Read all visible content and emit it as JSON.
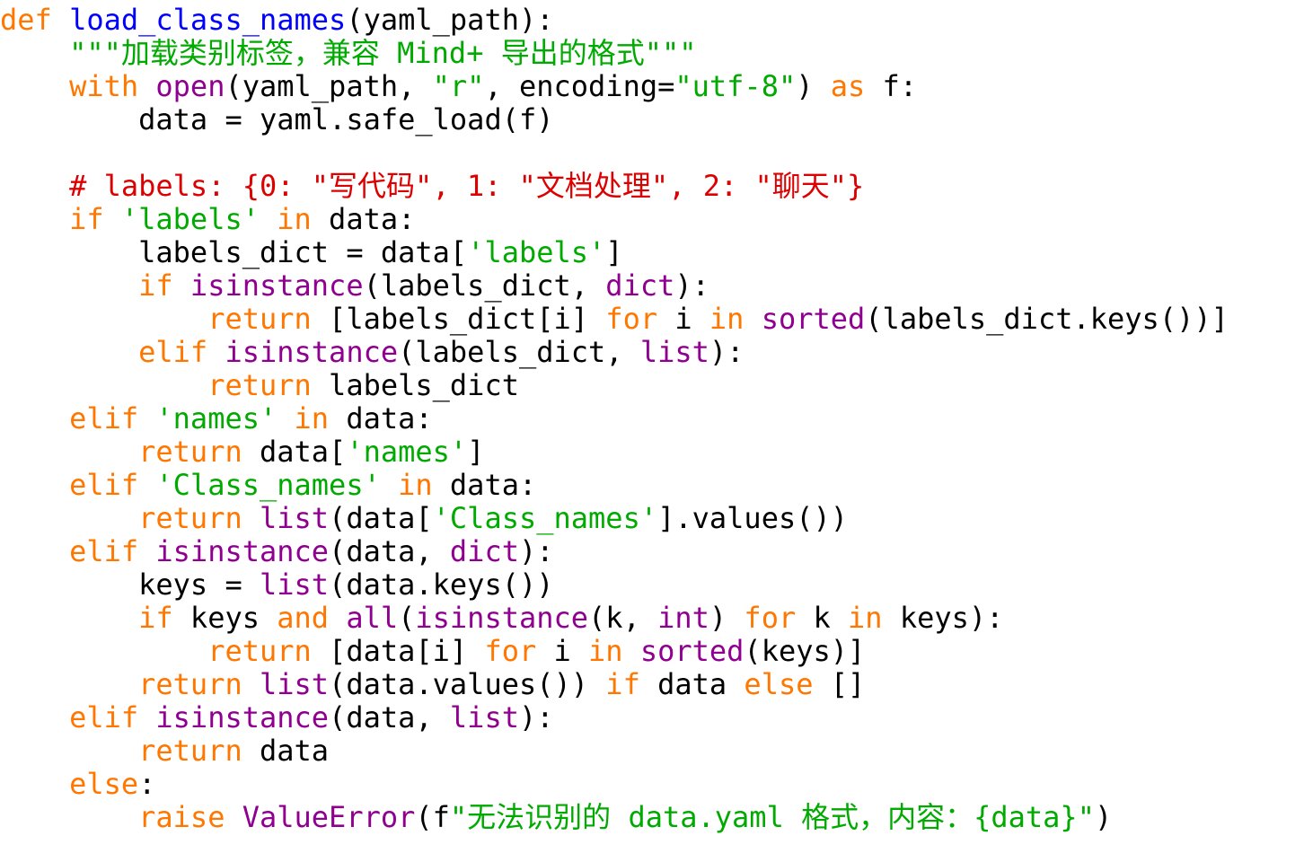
{
  "editor": {
    "colors": {
      "k": "#ff7700",
      "b": "#900090",
      "s": "#00aa00",
      "c": "#dd0000",
      "d": "#0000ff",
      "t": "#000000"
    },
    "lines": [
      [
        [
          "k",
          "def"
        ],
        [
          "t",
          " "
        ],
        [
          "d",
          "load_class_names"
        ],
        [
          "t",
          "(yaml_path):"
        ]
      ],
      [
        [
          "t",
          "    "
        ],
        [
          "s",
          "\"\"\"加载类别标签，兼容 Mind+ 导出的格式\"\"\""
        ]
      ],
      [
        [
          "t",
          "    "
        ],
        [
          "k",
          "with"
        ],
        [
          "t",
          " "
        ],
        [
          "b",
          "open"
        ],
        [
          "t",
          "(yaml_path, "
        ],
        [
          "s",
          "\"r\""
        ],
        [
          "t",
          ", encoding="
        ],
        [
          "s",
          "\"utf-8\""
        ],
        [
          "t",
          ") "
        ],
        [
          "k",
          "as"
        ],
        [
          "t",
          " f:"
        ]
      ],
      [
        [
          "t",
          "        data = yaml.safe_load(f)"
        ]
      ],
      [
        [
          "t",
          ""
        ]
      ],
      [
        [
          "t",
          "    "
        ],
        [
          "c",
          "# labels: {0: \"写代码\", 1: \"文档处理\", 2: \"聊天\"}"
        ]
      ],
      [
        [
          "t",
          "    "
        ],
        [
          "k",
          "if"
        ],
        [
          "t",
          " "
        ],
        [
          "s",
          "'labels'"
        ],
        [
          "t",
          " "
        ],
        [
          "k",
          "in"
        ],
        [
          "t",
          " data:"
        ]
      ],
      [
        [
          "t",
          "        labels_dict = data["
        ],
        [
          "s",
          "'labels'"
        ],
        [
          "t",
          "]"
        ]
      ],
      [
        [
          "t",
          "        "
        ],
        [
          "k",
          "if"
        ],
        [
          "t",
          " "
        ],
        [
          "b",
          "isinstance"
        ],
        [
          "t",
          "(labels_dict, "
        ],
        [
          "b",
          "dict"
        ],
        [
          "t",
          "):"
        ]
      ],
      [
        [
          "t",
          "            "
        ],
        [
          "k",
          "return"
        ],
        [
          "t",
          " [labels_dict[i] "
        ],
        [
          "k",
          "for"
        ],
        [
          "t",
          " i "
        ],
        [
          "k",
          "in"
        ],
        [
          "t",
          " "
        ],
        [
          "b",
          "sorted"
        ],
        [
          "t",
          "(labels_dict.keys())]"
        ]
      ],
      [
        [
          "t",
          "        "
        ],
        [
          "k",
          "elif"
        ],
        [
          "t",
          " "
        ],
        [
          "b",
          "isinstance"
        ],
        [
          "t",
          "(labels_dict, "
        ],
        [
          "b",
          "list"
        ],
        [
          "t",
          "):"
        ]
      ],
      [
        [
          "t",
          "            "
        ],
        [
          "k",
          "return"
        ],
        [
          "t",
          " labels_dict"
        ]
      ],
      [
        [
          "t",
          "    "
        ],
        [
          "k",
          "elif"
        ],
        [
          "t",
          " "
        ],
        [
          "s",
          "'names'"
        ],
        [
          "t",
          " "
        ],
        [
          "k",
          "in"
        ],
        [
          "t",
          " data:"
        ]
      ],
      [
        [
          "t",
          "        "
        ],
        [
          "k",
          "return"
        ],
        [
          "t",
          " data["
        ],
        [
          "s",
          "'names'"
        ],
        [
          "t",
          "]"
        ]
      ],
      [
        [
          "t",
          "    "
        ],
        [
          "k",
          "elif"
        ],
        [
          "t",
          " "
        ],
        [
          "s",
          "'Class_names'"
        ],
        [
          "t",
          " "
        ],
        [
          "k",
          "in"
        ],
        [
          "t",
          " data:"
        ]
      ],
      [
        [
          "t",
          "        "
        ],
        [
          "k",
          "return"
        ],
        [
          "t",
          " "
        ],
        [
          "b",
          "list"
        ],
        [
          "t",
          "(data["
        ],
        [
          "s",
          "'Class_names'"
        ],
        [
          "t",
          "].values())"
        ]
      ],
      [
        [
          "t",
          "    "
        ],
        [
          "k",
          "elif"
        ],
        [
          "t",
          " "
        ],
        [
          "b",
          "isinstance"
        ],
        [
          "t",
          "(data, "
        ],
        [
          "b",
          "dict"
        ],
        [
          "t",
          "):"
        ]
      ],
      [
        [
          "t",
          "        keys = "
        ],
        [
          "b",
          "list"
        ],
        [
          "t",
          "(data.keys())"
        ]
      ],
      [
        [
          "t",
          "        "
        ],
        [
          "k",
          "if"
        ],
        [
          "t",
          " keys "
        ],
        [
          "k",
          "and"
        ],
        [
          "t",
          " "
        ],
        [
          "b",
          "all"
        ],
        [
          "t",
          "("
        ],
        [
          "b",
          "isinstance"
        ],
        [
          "t",
          "(k, "
        ],
        [
          "b",
          "int"
        ],
        [
          "t",
          ") "
        ],
        [
          "k",
          "for"
        ],
        [
          "t",
          " k "
        ],
        [
          "k",
          "in"
        ],
        [
          "t",
          " keys):"
        ]
      ],
      [
        [
          "t",
          "            "
        ],
        [
          "k",
          "return"
        ],
        [
          "t",
          " [data[i] "
        ],
        [
          "k",
          "for"
        ],
        [
          "t",
          " i "
        ],
        [
          "k",
          "in"
        ],
        [
          "t",
          " "
        ],
        [
          "b",
          "sorted"
        ],
        [
          "t",
          "(keys)]"
        ]
      ],
      [
        [
          "t",
          "        "
        ],
        [
          "k",
          "return"
        ],
        [
          "t",
          " "
        ],
        [
          "b",
          "list"
        ],
        [
          "t",
          "(data.values()) "
        ],
        [
          "k",
          "if"
        ],
        [
          "t",
          " data "
        ],
        [
          "k",
          "else"
        ],
        [
          "t",
          " []"
        ]
      ],
      [
        [
          "t",
          "    "
        ],
        [
          "k",
          "elif"
        ],
        [
          "t",
          " "
        ],
        [
          "b",
          "isinstance"
        ],
        [
          "t",
          "(data, "
        ],
        [
          "b",
          "list"
        ],
        [
          "t",
          "):"
        ]
      ],
      [
        [
          "t",
          "        "
        ],
        [
          "k",
          "return"
        ],
        [
          "t",
          " data"
        ]
      ],
      [
        [
          "t",
          "    "
        ],
        [
          "k",
          "else"
        ],
        [
          "t",
          ":"
        ]
      ],
      [
        [
          "t",
          "        "
        ],
        [
          "k",
          "raise"
        ],
        [
          "t",
          " "
        ],
        [
          "b",
          "ValueError"
        ],
        [
          "t",
          "(f"
        ],
        [
          "s",
          "\"无法识别的 data.yaml 格式，内容：{data}\""
        ],
        [
          "t",
          ")"
        ]
      ]
    ]
  }
}
